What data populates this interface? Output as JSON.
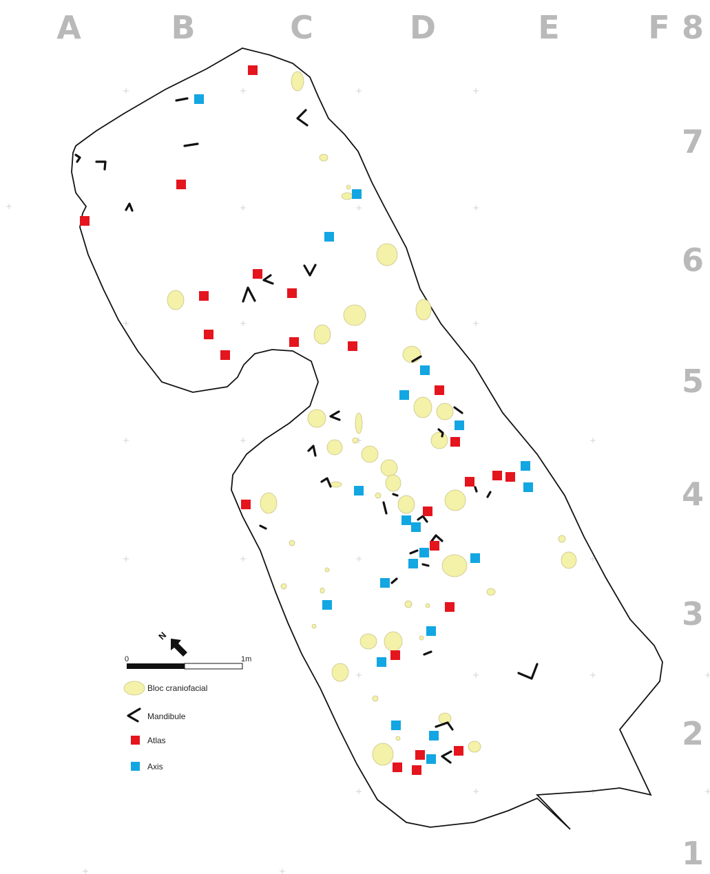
{
  "grid": {
    "columns": [
      "A",
      "B",
      "C",
      "D",
      "E",
      "F"
    ],
    "rows": [
      "8",
      "7",
      "6",
      "5",
      "4",
      "3",
      "2",
      "1"
    ]
  },
  "legend": {
    "items": [
      {
        "symbol": "skull",
        "label": "Bloc craniofacial"
      },
      {
        "symbol": "mandible",
        "label": "Mandibule"
      },
      {
        "symbol": "atlas",
        "label": "Atlas"
      },
      {
        "symbol": "axis",
        "label": "Axis"
      }
    ]
  },
  "scale": {
    "start": "0",
    "end": "1m"
  },
  "north": {
    "label": "N"
  },
  "colors": {
    "atlas": "#e4151d",
    "axis": "#12a6e2",
    "skull": "#f4f1a8",
    "mandible": "#111111",
    "grid_label": "#b9b9b9"
  }
}
